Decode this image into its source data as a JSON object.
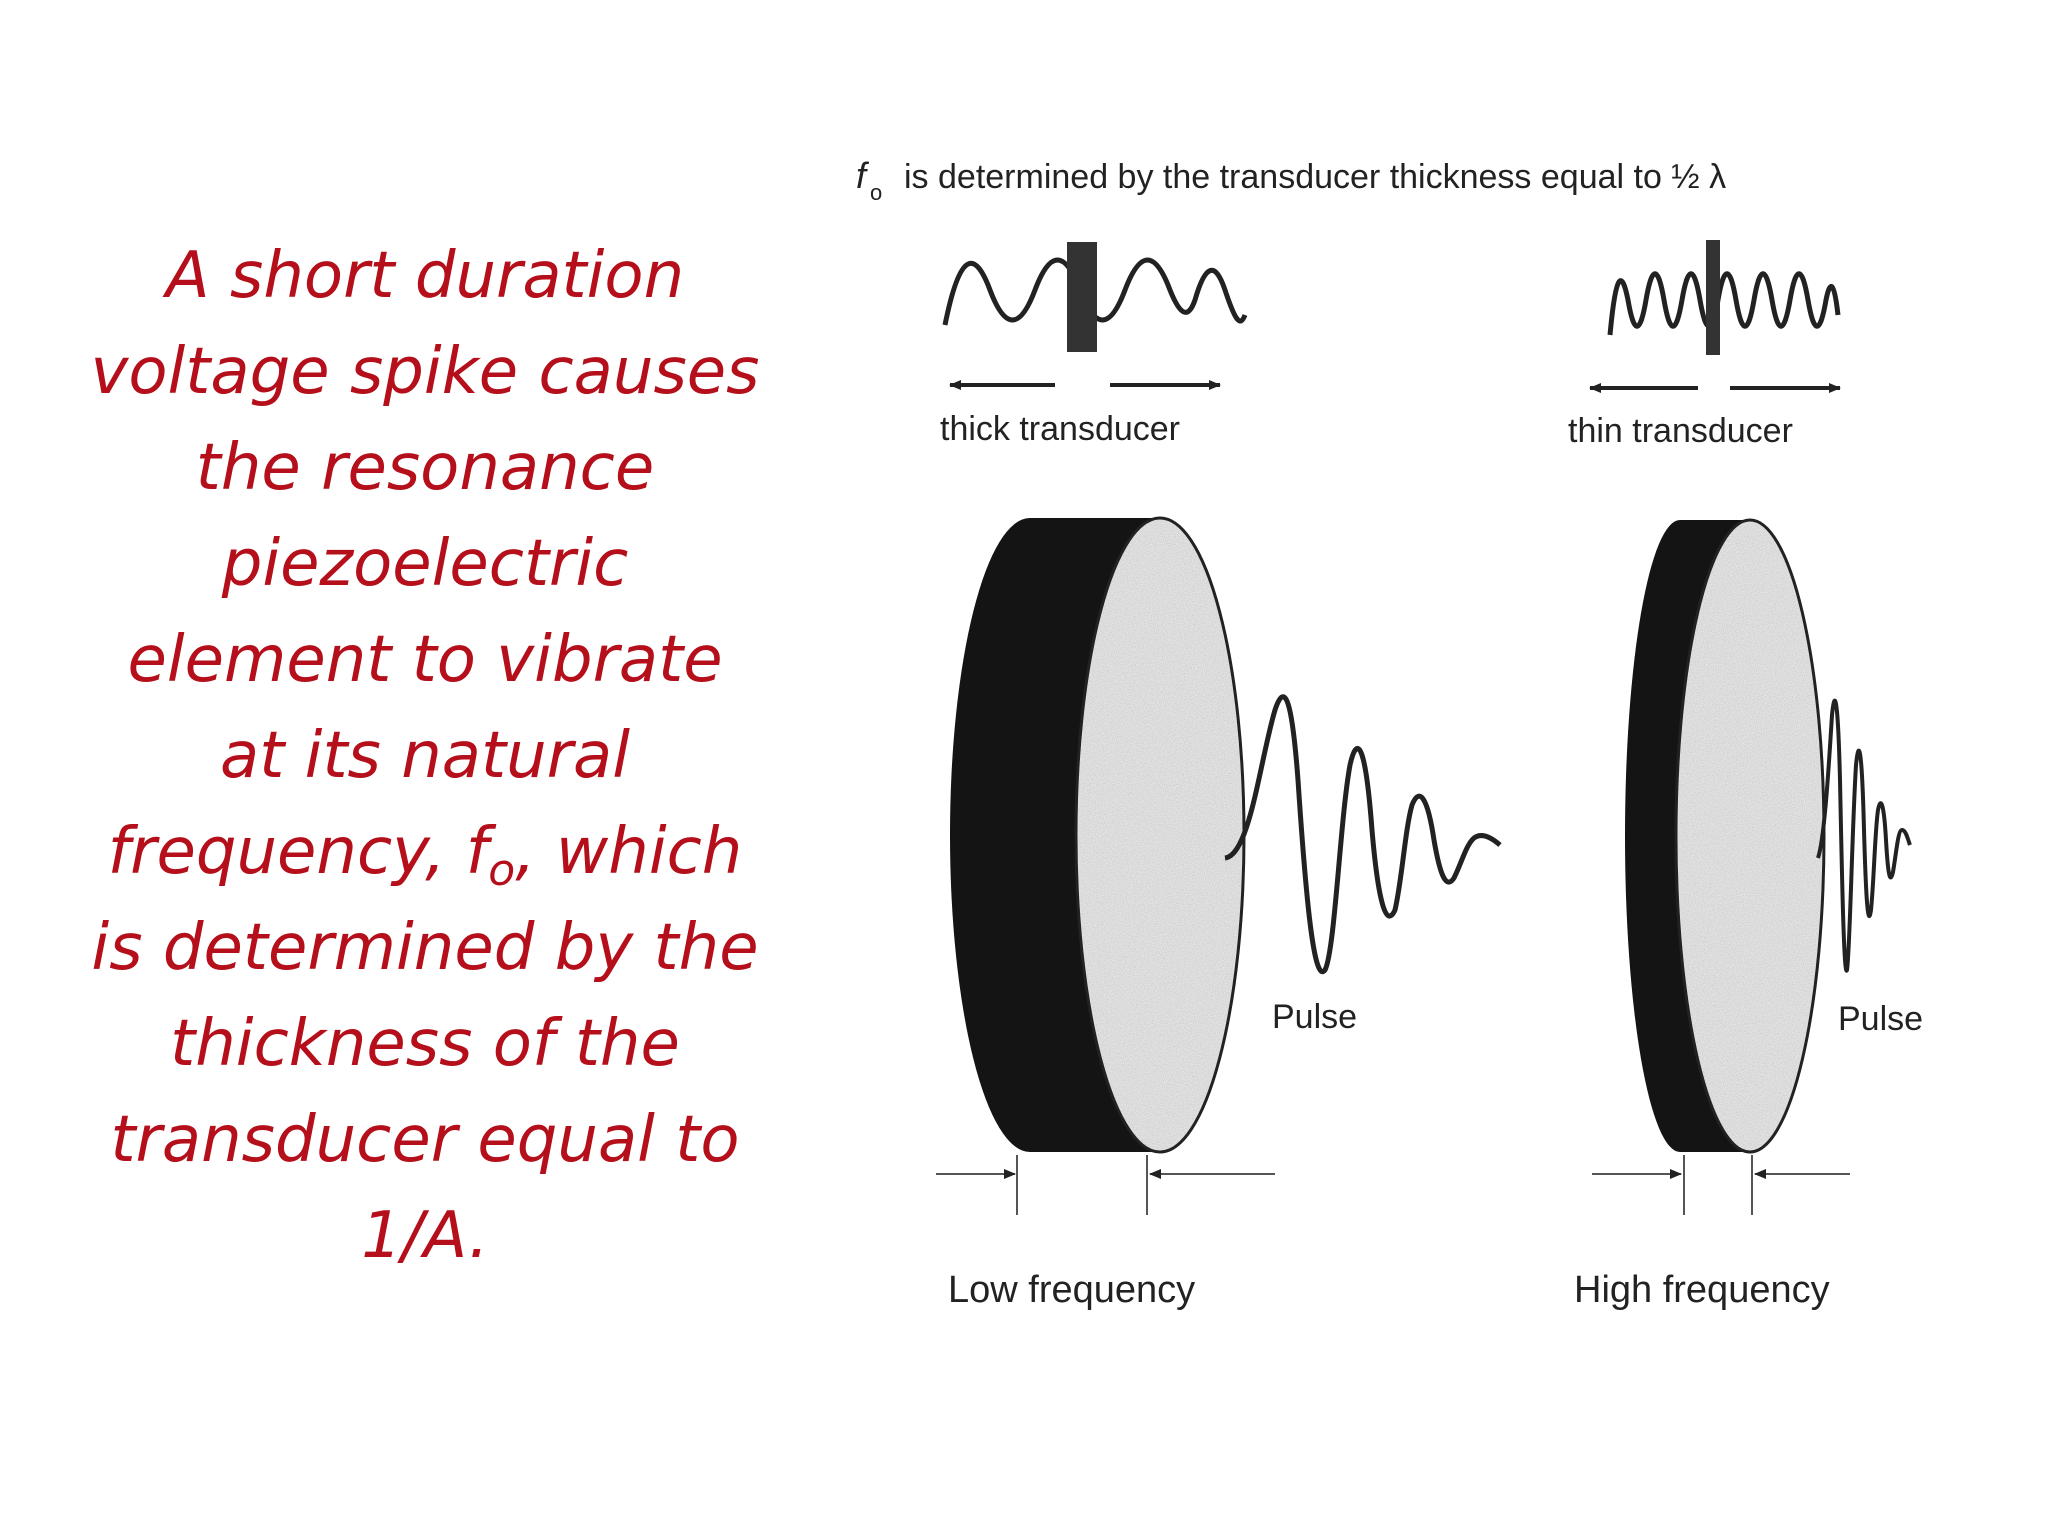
{
  "body_text": {
    "line1": "A short duration",
    "line2": "voltage spike causes",
    "line3": "the resonance",
    "line4": "piezoelectric",
    "line5": "element to vibrate",
    "line6": "at its natural",
    "line7_pre": "frequency,  f",
    "line7_sub": "o",
    "line7_post": ", which",
    "line8": "is determined by the",
    "line9": "thickness of the",
    "line10": "transducer equal to",
    "line11": "1/A."
  },
  "figure": {
    "caption_symbol": "f",
    "caption_subscript": "o",
    "caption_text": "is determined by the transducer thickness equal to ½ λ",
    "thick_label": "thick transducer",
    "thin_label": "thin transducer",
    "pulse_left": "Pulse",
    "pulse_right": "Pulse",
    "low_frequency_label": "Low frequency",
    "high_frequency_label": "High frequency"
  },
  "colors": {
    "text_accent": "#b40f1a",
    "figure_ink": "#222222",
    "transducer_body": "#141414",
    "transducer_face": "#e4e4e4"
  }
}
